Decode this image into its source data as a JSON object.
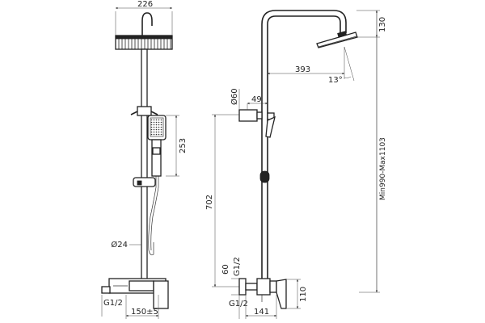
{
  "dimensions": {
    "head_width": "226",
    "handheld_height": "253",
    "pipe_diameter": "Ø24",
    "inlet_left": "G1/2",
    "spacing": "150±5",
    "head_drop": "130",
    "reach": "393",
    "angle": "13°",
    "bracket_diameter": "Ø60",
    "bracket_offset": "49",
    "pipe_length": "702",
    "total_height": "Min990-Max1103",
    "mixer_size": "60",
    "inlet_mid": "G1/2",
    "inlet_bottom": "G1/2",
    "depth": "141",
    "mixer_height": "110"
  }
}
